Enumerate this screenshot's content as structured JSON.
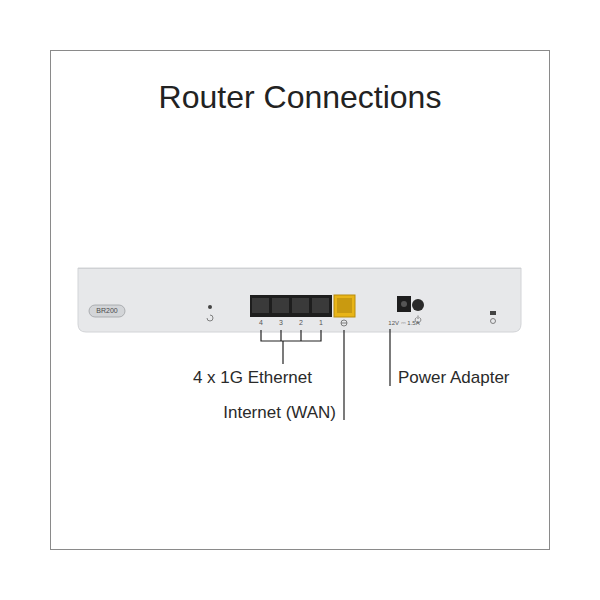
{
  "diagram": {
    "title": "Router Connections",
    "labels": [
      "BR200",
      "4",
      "3",
      "2",
      "1",
      "12V ⎓ 1.5A",
      "4 x 1G Ethernet",
      "Internet (WAN)",
      "Power Adapter"
    ]
  }
}
